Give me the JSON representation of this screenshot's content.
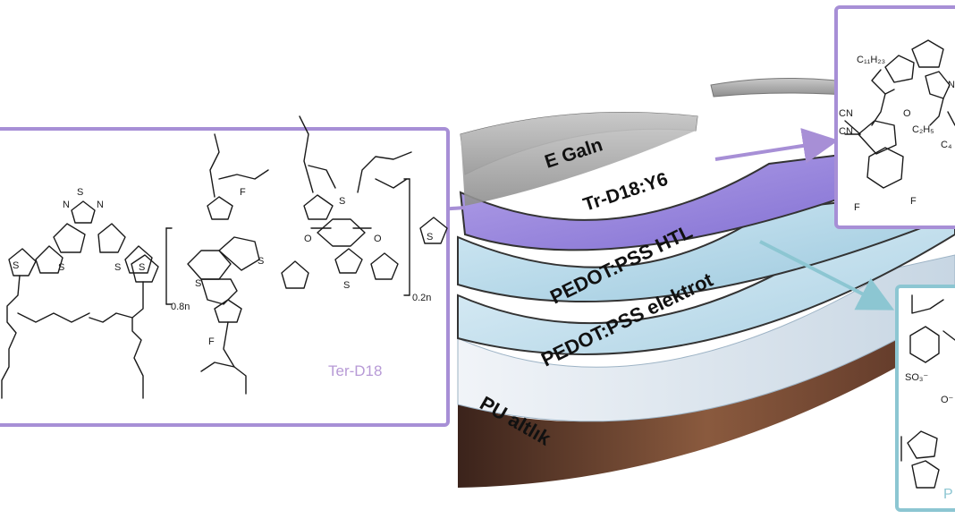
{
  "layers": {
    "egaln": "E Galn",
    "active": "Tr-D18:Y6",
    "htl": "PEDOT:PSS HTL",
    "electrode": "PEDOT:PSS elektrot",
    "substrate": "PU altlık"
  },
  "polymer_panel": {
    "name": "Ter-D18",
    "subscripts": [
      "0.8n",
      "0.2n"
    ],
    "fluorine": "F",
    "atoms": [
      "S",
      "N",
      "O"
    ]
  },
  "y6_panel": {
    "groups": [
      "C₁₁H₂₃",
      "C₂H₅",
      "C₄",
      "CN",
      "CN",
      "N",
      "O",
      "F",
      "F"
    ]
  },
  "pedot_panel": {
    "partial_label": "P",
    "groups": [
      "SO₃⁻",
      "O⁻"
    ]
  },
  "colors": {
    "polymer_border": "#a78fd6",
    "y6_border": "#a78fd6",
    "pedot_border": "#8cc6d2",
    "arrow_purple": "#a78fd6",
    "arrow_teal": "#8cc6d2",
    "polymer_label": "#b79ad6"
  }
}
